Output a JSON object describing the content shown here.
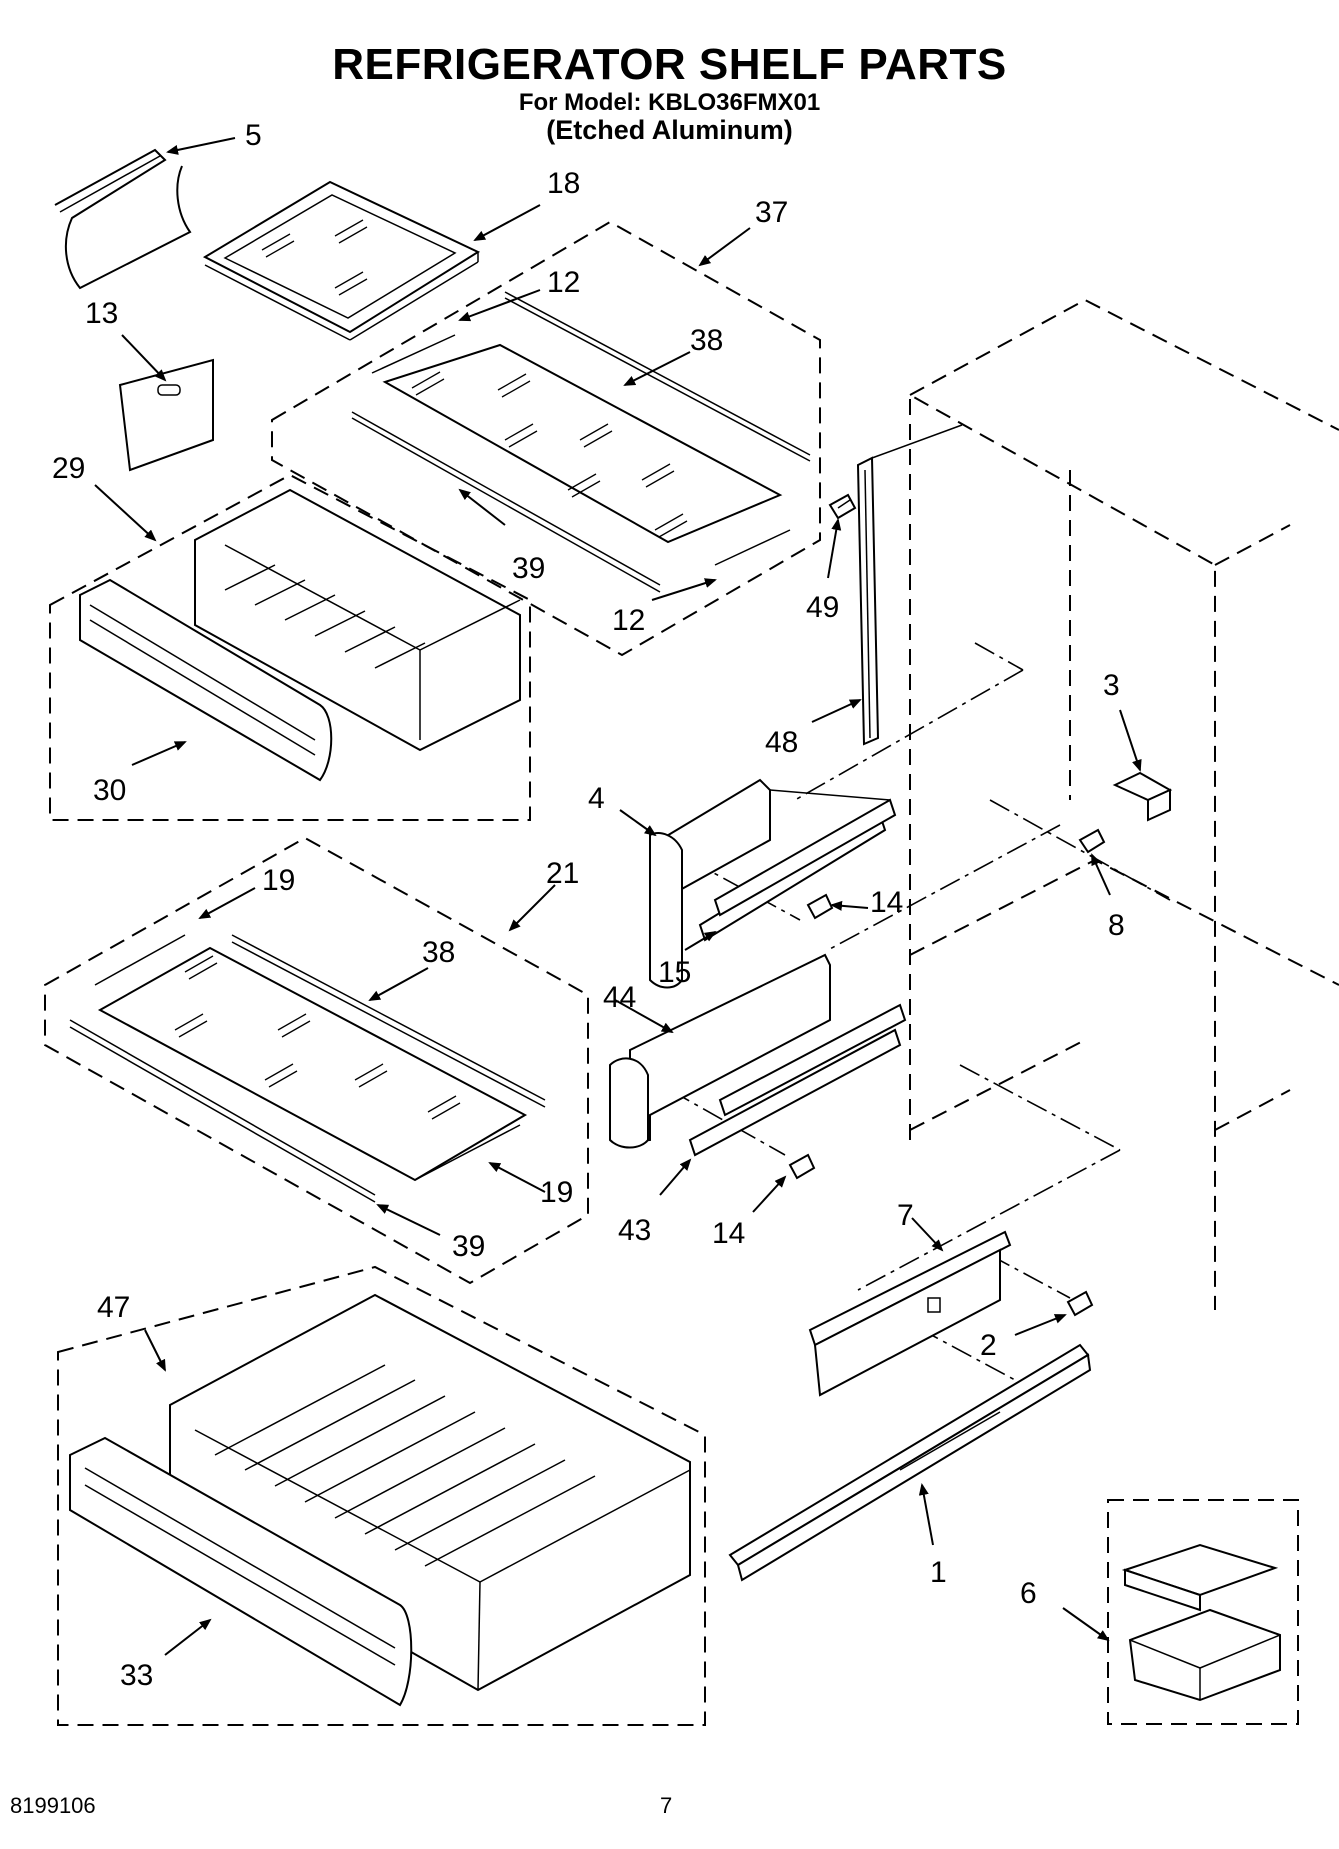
{
  "header": {
    "title": "REFRIGERATOR SHELF PARTS",
    "model_line": "For Model: KBLO36FMX01",
    "subtitle": "(Etched Aluminum)"
  },
  "footer": {
    "doc_number": "8199106",
    "page_number": "7"
  },
  "callouts": {
    "c5": "5",
    "c18": "18",
    "c37": "37",
    "c12a": "12",
    "c13": "13",
    "c38a": "38",
    "c29": "29",
    "c39a": "39",
    "c49": "49",
    "c12b": "12",
    "c48": "48",
    "c3": "3",
    "c30": "30",
    "c4": "4",
    "c14a": "14",
    "c8": "8",
    "c15": "15",
    "c19a": "19",
    "c21": "21",
    "c38b": "38",
    "c44": "44",
    "c19b": "19",
    "c39b": "39",
    "c43": "43",
    "c14b": "14",
    "c7": "7",
    "c47": "47",
    "c2": "2",
    "c1": "1",
    "c6": "6",
    "c33": "33"
  }
}
